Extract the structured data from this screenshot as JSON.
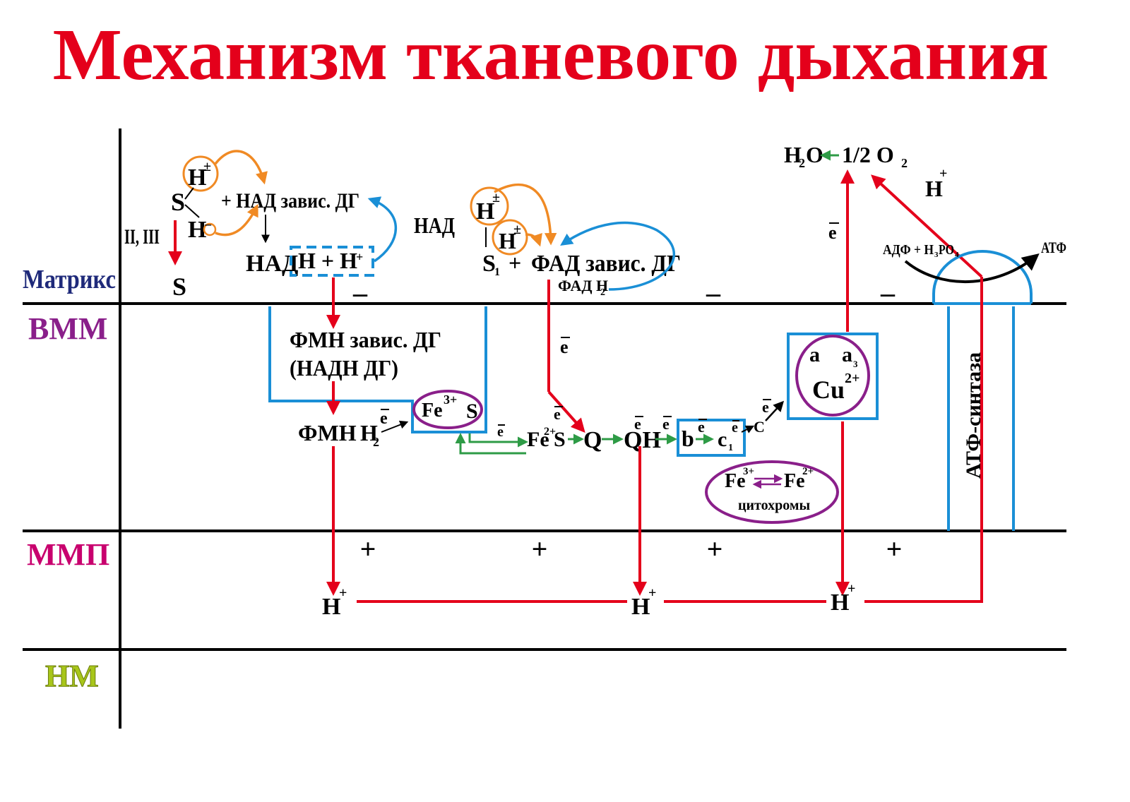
{
  "title": "Механизм тканевого дыхания",
  "colors": {
    "title": "#e4001b",
    "line": "#000000",
    "red_arrow": "#e4001b",
    "blue": "#1a8fd6",
    "orange": "#f08a24",
    "green": "#2e9b46",
    "purple": "#8a1f8a",
    "navy": "#1f2a7a",
    "vmm": "#8a1f8a",
    "mmp": "#c8006e",
    "nm": "#a8c61a"
  },
  "zones": {
    "matrix": "Матрикс",
    "vmm": "ВММ",
    "mmp": "ММП",
    "nm": "НМ"
  },
  "signs": {
    "minus": "–",
    "plus": "+"
  },
  "labels": {
    "h": "H",
    "plus_sup": "+",
    "pm_sup": "±",
    "minus_sup": "–",
    "s": "S",
    "s1": "S",
    "s1_sub": "1",
    "roman": "II, III",
    "nad_dg": "+ НАД завис. ДГ",
    "nad": "НАД",
    "nad_top": "НАД",
    "nad_box": "H + H",
    "fad_plus": "+",
    "fad_dg": "ФАД завис. ДГ",
    "fadh2": "ФАД H",
    "fadh2_sub": "2",
    "fmn_dg_1": "ФМН завис. ДГ",
    "fmn_dg_2": "(НАДН ДГ)",
    "fmn": "ФМН",
    "h2": "H",
    "h2_sub": "2",
    "e": "e",
    "fe3": "Fe",
    "fe3_sup": "3+",
    "fes_s": "S",
    "fe2s": "Fe",
    "fe2s_sup": "2+",
    "fe2s_s": "S",
    "q": "Q",
    "qh": "QH",
    "b": "b",
    "c1": "c",
    "c1_sub": "1",
    "c": "C",
    "a": "a",
    "a3": "a",
    "a3_sub": "3",
    "cu": "Cu",
    "cu_sup": "2+",
    "cyt_fe3": "Fe",
    "cyt_fe3_sup": "3+",
    "cyt_fe2": "Fe",
    "cyt_fe2_sup": "2+",
    "cytochromes": "цитохромы",
    "h2o": "H",
    "h2o_sub": "2",
    "h2o_o": "O",
    "half_o2": "1/2 O",
    "half_o2_sub": "2",
    "adf": "АДФ + H",
    "adf_sub1": "3",
    "adf_po": "PO",
    "adf_sub2": "4",
    "atf": "АТФ",
    "atf_synthase": "АТФ-синтаза"
  }
}
